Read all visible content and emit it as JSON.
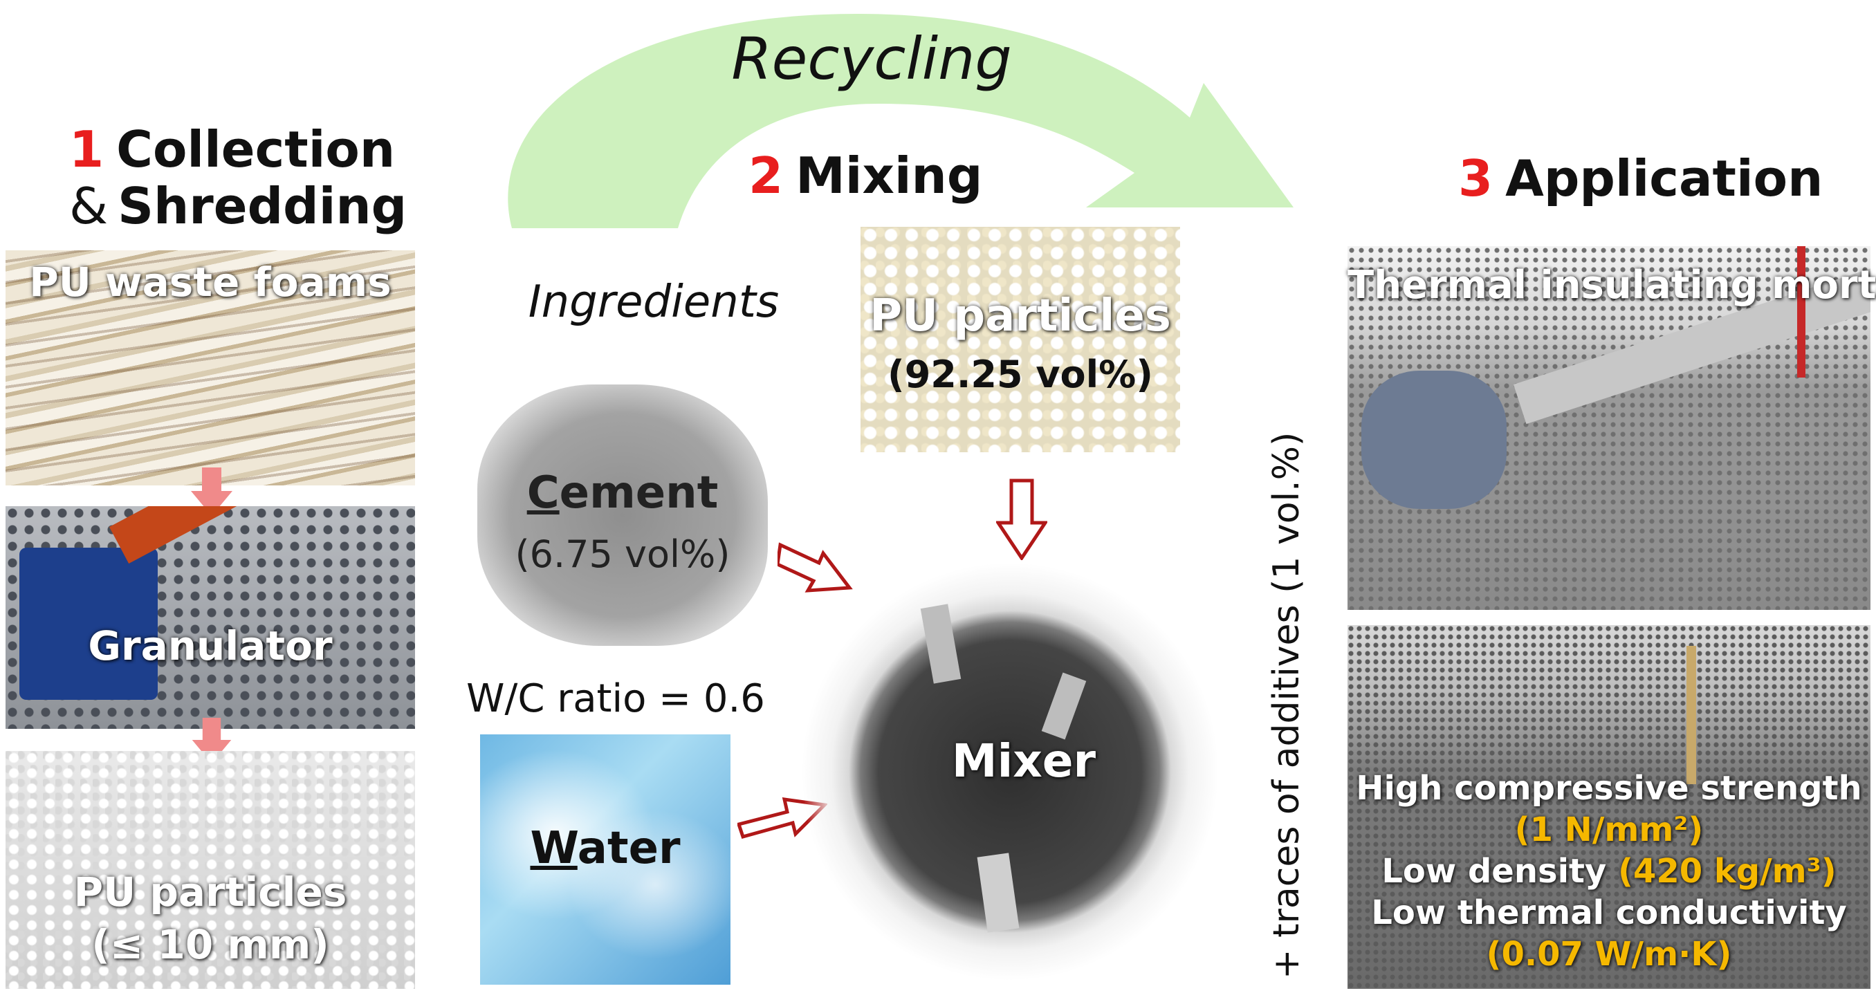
{
  "title": "Recycling",
  "colors": {
    "accent_red": "#e81e1e",
    "arrow_green": "#c9efb7",
    "highlight_gold": "#f5b800",
    "arrow_outline": "#b01818"
  },
  "steps": [
    {
      "number": "1",
      "title_line1": "Collection",
      "title_prefix2": "&",
      "title_line2": "Shredding"
    },
    {
      "number": "2",
      "title_line1": "Mixing"
    },
    {
      "number": "3",
      "title_line1": "Application"
    }
  ],
  "collection": {
    "foams_label": "PU waste foams",
    "granulator_label": "Granulator",
    "particles_label": "PU particles",
    "particles_size": "(≤ 10 mm)"
  },
  "mixing": {
    "ingredients_label": "Ingredients",
    "pu_label": "PU particles",
    "pu_volume": "(92.25 vol%)",
    "cement_initial": "C",
    "cement_rest": "ement",
    "cement_volume": "(6.75 vol%)",
    "wc_ratio": "W/C ratio = 0.6",
    "water_initial": "W",
    "water_rest": "ater",
    "mixer_label": "Mixer",
    "additives": "+ traces of additives (1 vol.%)"
  },
  "application": {
    "mortar_label": "Thermal insulating mortar",
    "prop1": "High compressive strength",
    "prop1_value": "(1 N/mm²)",
    "prop2": "Low density",
    "prop2_value": "(420 kg/m³)",
    "prop3": "Low thermal conductivity",
    "prop3_value": "(0.07 W/m·K)"
  }
}
